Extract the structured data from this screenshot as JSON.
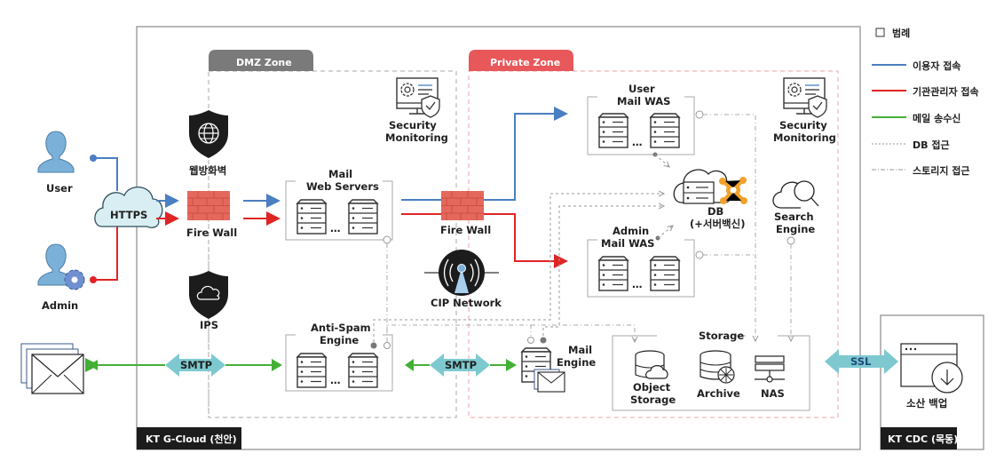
{
  "legend": {
    "title": "범례",
    "items": [
      {
        "label": "이용자 접속",
        "style": "solid",
        "color": "#4a7fc1"
      },
      {
        "label": "기관관리자 접속",
        "style": "solid",
        "color": "#e02424"
      },
      {
        "label": "메일 송수신",
        "style": "solid",
        "color": "#43b035"
      },
      {
        "label": "DB 접근",
        "style": "dotted",
        "color": "#9a9a9a"
      },
      {
        "label": "스토리지 접근",
        "style": "dash-dot",
        "color": "#9a9a9a"
      }
    ]
  },
  "colors": {
    "user_line": "#4a7fc1",
    "admin_line": "#e02424",
    "mail_line": "#43b035",
    "firewall": "#e4685c",
    "dmz_tab": "#7a7a7a",
    "private_tab": "#e8585a",
    "cloud_fill": "#d8eef2",
    "arrow_fill": "#7ec9d0",
    "person_fill": "#7bb1d9",
    "vaccine": "#f2a22a"
  },
  "actors": {
    "user": "User",
    "admin": "Admin",
    "https": "HTTPS"
  },
  "dmz": {
    "zone_label": "DMZ Zone",
    "waf": "웹방화벽",
    "firewall": "Fire Wall",
    "ips": "IPS",
    "security_monitoring": [
      "Security",
      "Monitoring"
    ],
    "mail_web_servers": [
      "Mail",
      "Web Servers"
    ],
    "anti_spam": [
      "Anti-Spam",
      "Engine"
    ],
    "smtp_external": "SMTP"
  },
  "middle": {
    "firewall": "Fire Wall",
    "cip_network": "CIP Network",
    "smtp_internal": "SMTP"
  },
  "private": {
    "zone_label": "Private Zone",
    "user_mail_was": [
      "User",
      "Mail WAS"
    ],
    "admin_mail_was": [
      "Admin",
      "Mail WAS"
    ],
    "db": [
      "DB",
      "(+서버백신)"
    ],
    "security_monitoring": [
      "Security",
      "Monitoring"
    ],
    "search_engine": [
      "Search",
      "Engine"
    ],
    "mail_engine": [
      "Mail",
      "Engine"
    ],
    "storage": {
      "title": "Storage",
      "object_storage": [
        "Object",
        "Storage"
      ],
      "archive": "Archive",
      "nas": "NAS"
    }
  },
  "ellipsis": "…",
  "ssl": "SSL",
  "footer": {
    "gcloud": "KT G-Cloud (천안)",
    "cdc": "KT CDC (목동)",
    "backup": "소산 백업"
  }
}
